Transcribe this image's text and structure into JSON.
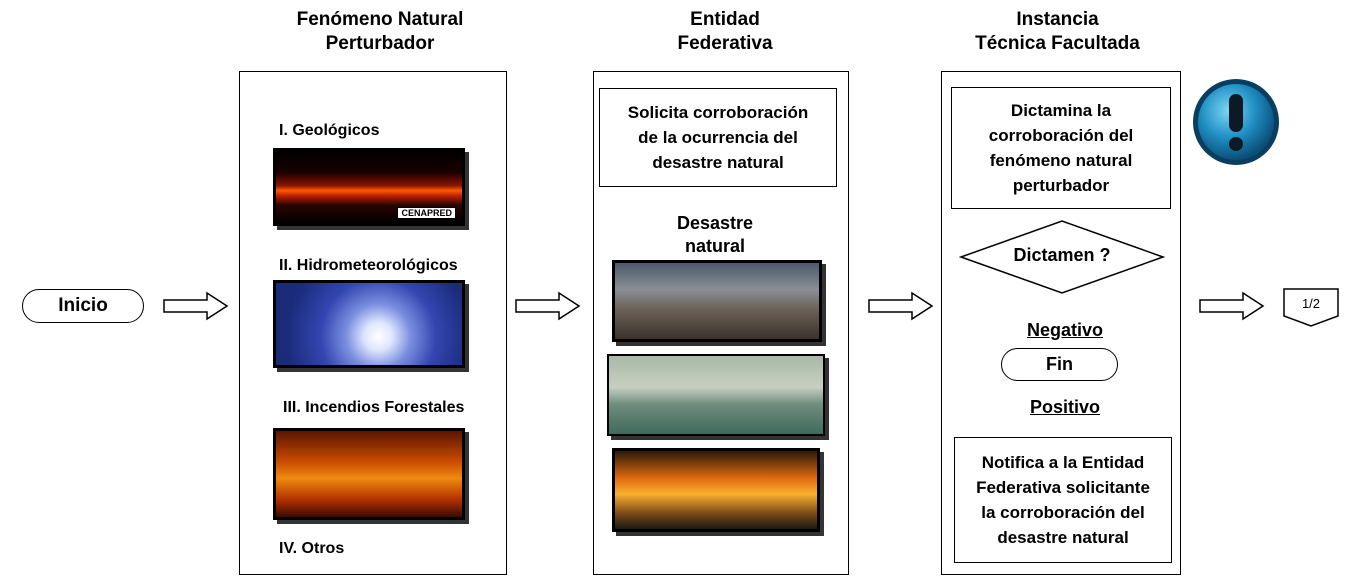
{
  "headers": {
    "col1": [
      "Fenómeno Natural",
      "Perturbador"
    ],
    "col2": [
      "Entidad",
      "Federativa"
    ],
    "col3": [
      "Instancia",
      "Técnica Facultada"
    ]
  },
  "start_label": "Inicio",
  "col1": {
    "items": [
      "I.  Geológicos",
      "II. Hidrometeorológicos",
      "III. Incendios Forestales",
      "IV. Otros"
    ],
    "photo_caption": "CENAPRED"
  },
  "col2": {
    "request": [
      "Solicita corroboración",
      "de la ocurrencia del",
      "desastre natural"
    ],
    "disaster_label": [
      "Desastre",
      "natural"
    ]
  },
  "col3": {
    "dictamina": [
      "Dictamina la",
      "corroboración  del",
      "fenómeno natural",
      "perturbador"
    ],
    "decision": "Dictamen ?",
    "negative": "Negativo",
    "end": "Fin",
    "positive": "Positivo",
    "notify": [
      "Notifica a la Entidad",
      "Federativa solicitante",
      "la corroboración  del",
      "desastre natural"
    ]
  },
  "page_ref": "1/2",
  "icons": {
    "alert": "exclamation-alert-icon",
    "arrow": "right-arrow-icon"
  },
  "colors": {
    "alert_blue": "#1f8fc4"
  }
}
